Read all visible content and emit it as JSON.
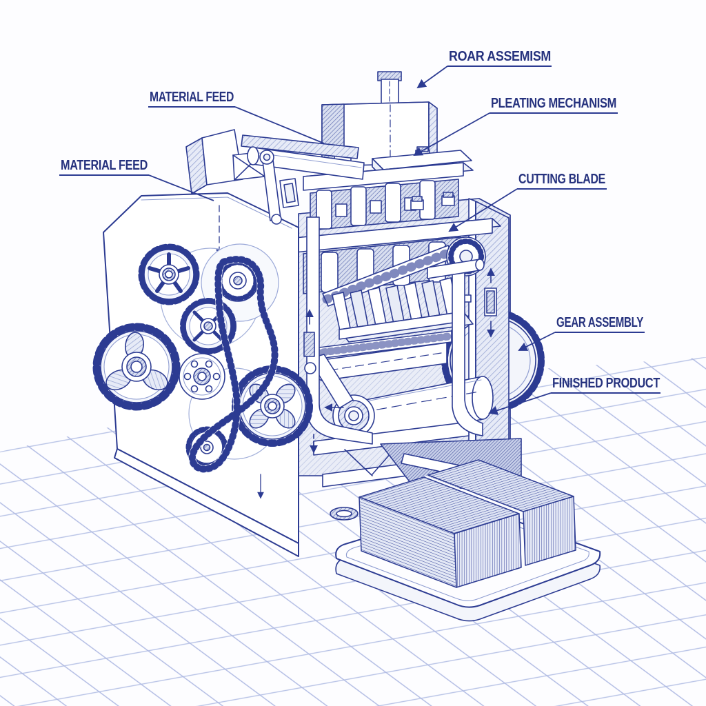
{
  "diagram": {
    "type": "blueprint-technical-illustration",
    "subject": "pleating machine cutaway with gear train, press head, rollers and finished pleated blocks on an output tray",
    "labels": {
      "roar_assemism": "ROAR ASSEMISM",
      "material_feed_upper": "MATERIAL FEED",
      "material_feed_lower": "MATERIAL FEED",
      "pleating_mechanism": "PLEATING MECHANISM",
      "cutting_blade": "CUTTING BLADE",
      "gear_assembly": "GEAR ASSEMBLY",
      "finished_product": "FINISHED PRODUCT"
    },
    "colors": {
      "ink": "#2c3b92",
      "label_text": "#26327e",
      "hatch_light": "#93a1d2",
      "hatch_dark": "#5d6cb0",
      "floor_grid": "#b7c2e6",
      "paper": "#fdfdff"
    }
  }
}
